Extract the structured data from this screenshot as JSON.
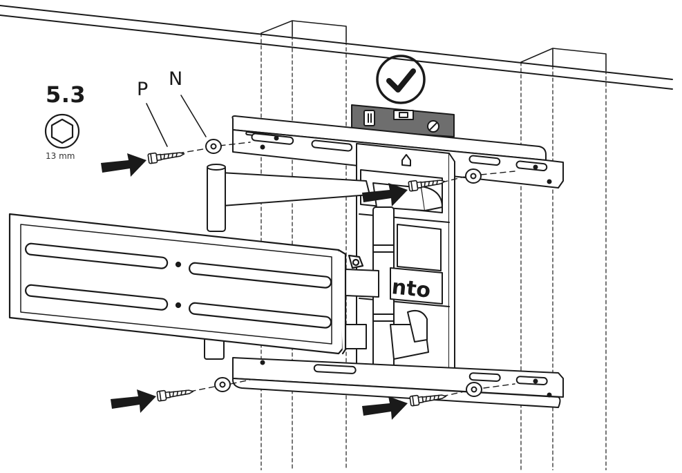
{
  "step": {
    "number": "5.3"
  },
  "tool": {
    "icon": "hex-socket-icon",
    "size_label": "13 mm"
  },
  "parts": {
    "p_label": "P",
    "n_label": "N"
  },
  "brand": {
    "text": "nto"
  },
  "icons": {
    "check": "check-circle-icon",
    "level": "spirit-level-icon",
    "arrow": "arrow-right-icon"
  },
  "colors": {
    "line": "#1a1a1a",
    "fill": "#ffffff",
    "arrow": "#1a1a1a"
  }
}
